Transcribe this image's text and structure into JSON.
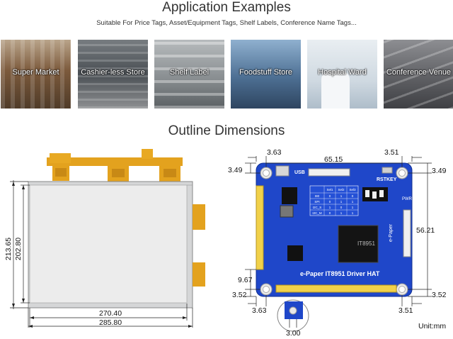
{
  "header": {
    "title": "Application Examples",
    "subtitle": "Suitable For Price Tags, Asset/Equipment Tags, Shelf Labels, Conference Name Tags..."
  },
  "applications": [
    {
      "label": "Super Market",
      "color": "#8a6a4a"
    },
    {
      "label": "Cashier-less Store",
      "color": "#5a5f63"
    },
    {
      "label": "Shelf Label",
      "color": "#8f9497"
    },
    {
      "label": "Foodstuff Store",
      "color": "#5d7fa3"
    },
    {
      "label": "Hospital Ward",
      "color": "#c9d4dc"
    },
    {
      "label": "Conference Venue",
      "color": "#6f6f73"
    }
  ],
  "outline": {
    "title": "Outline Dimensions",
    "unit": "Unit:mm",
    "panel": {
      "height_outer": "213.65",
      "height_active": "202.80",
      "width_active": "270.40",
      "width_outer": "285.80"
    },
    "board": {
      "name": "e-Paper IT8951 Driver HAT",
      "top_left": "3.63",
      "top_span": "65.15",
      "top_right": "3.51",
      "left_top": "3.49",
      "right_top": "3.49",
      "right_span": "56.21",
      "left_lower": "9.67",
      "left_bottom": "3.52",
      "right_bottom": "3.52",
      "bottom_left": "3.63",
      "bottom_right": "3.51",
      "hole": "3.00",
      "usb": "USB",
      "rstkey": "RSTKEY",
      "pwr": "PWR",
      "epaper": "e-Paper",
      "chip": "IT8951",
      "table_headers": [
        "",
        "Sel1",
        "Sel2",
        "Sel3"
      ],
      "table_rows": [
        [
          "I80",
          "0",
          "1",
          "0"
        ],
        [
          "SPI",
          "0",
          "1",
          "1"
        ],
        [
          "I2C_S",
          "1",
          "0",
          "1"
        ],
        [
          "I2C_M",
          "0",
          "1",
          "1"
        ]
      ]
    }
  }
}
